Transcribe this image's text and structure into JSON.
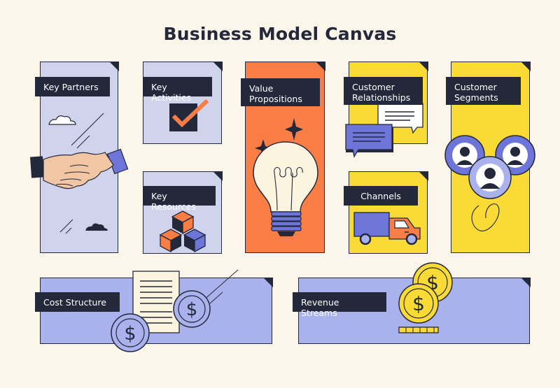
{
  "title": "Business Model Canvas",
  "colors": {
    "background": "#fbf5ea",
    "dark": "#23283a",
    "lavender": "#cfd3ec",
    "orange": "#f97e46",
    "yellow": "#fadb36",
    "periwinkle": "#aab2ed",
    "blue": "#6d76d8"
  },
  "blocks": {
    "key_partners": {
      "label": "Key Partners",
      "icon": "handshake-icon"
    },
    "key_activities": {
      "label": "Key Activities",
      "icon": "checkbox-icon"
    },
    "key_resources": {
      "label": "Key Resources",
      "icon": "cubes-icon"
    },
    "value_propositions": {
      "label_line1": "Value",
      "label_line2": "Propositions",
      "icon": "lightbulb-icon"
    },
    "customer_relationships": {
      "label_line1": "Customer",
      "label_line2": "Relationships",
      "icon": "chat-bubbles-icon"
    },
    "channels": {
      "label": "Channels",
      "icon": "truck-icon"
    },
    "customer_segments": {
      "label_line1": "Customer",
      "label_line2": "Segments",
      "icon": "users-icon"
    },
    "cost_structure": {
      "label": "Cost Structure",
      "icon": "invoice-coins-icon",
      "coin_symbol": "$"
    },
    "revenue_streams": {
      "label": "Revenue Streams",
      "icon": "coin-stack-icon",
      "coin_symbol": "$"
    }
  }
}
